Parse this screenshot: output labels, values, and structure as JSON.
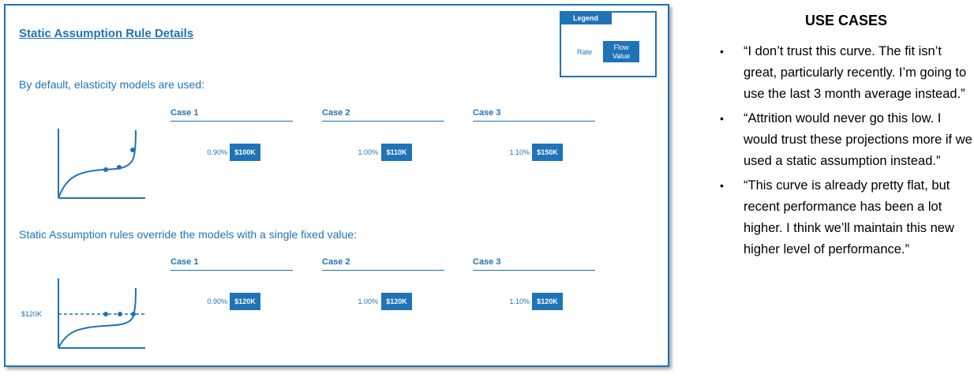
{
  "panel": {
    "title": "Static Assumption Rule Details",
    "legend": {
      "tab": "Legend",
      "rate_label": "Rate",
      "flow_label_line1": "Flow",
      "flow_label_line2": "Value"
    },
    "sections": [
      {
        "heading": "By default, elasticity models are used:",
        "cases": [
          {
            "label": "Case 1",
            "rate": "0.90%",
            "value": "$100K"
          },
          {
            "label": "Case 2",
            "rate": "1.00%",
            "value": "$110K"
          },
          {
            "label": "Case 3",
            "rate": "1.10%",
            "value": "$150K"
          }
        ]
      },
      {
        "heading": "Static Assumption rules override the models with a single fixed value:",
        "fixed_label": "$120K",
        "cases": [
          {
            "label": "Case 1",
            "rate": "0.90%",
            "value": "$120K"
          },
          {
            "label": "Case 2",
            "rate": "1.00%",
            "value": "$120K"
          },
          {
            "label": "Case 3",
            "rate": "1.10%",
            "value": "$120K"
          }
        ]
      }
    ]
  },
  "use_cases": {
    "title": "USE CASES",
    "bullet": "•",
    "items": [
      "“I don’t trust this curve. The fit isn’t great, particularly recently. I’m going to use the last 3 month average instead.”",
      "“Attrition would never go this low. I would trust these projections more if we used a static assumption instead.”",
      "“This curve is already pretty flat, but recent performance has been a lot higher. I think we’ll maintain this new higher level of performance.”"
    ]
  },
  "colors": {
    "accent": "#1f73b7"
  }
}
